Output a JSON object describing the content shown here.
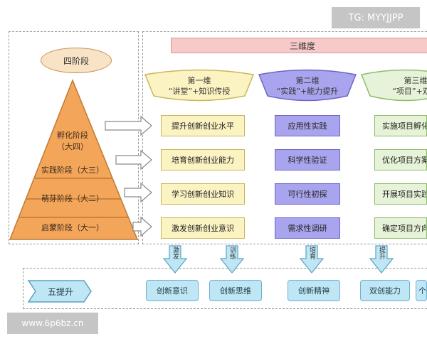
{
  "watermarks": {
    "top_right": "TG: MYYJJPP",
    "bottom_left": "www.6p6bz.cn"
  },
  "four_stages": {
    "title": "四阶段",
    "stages": [
      "孵化阶段",
      "（大四）",
      "实践阶段（大三）",
      "萌芽阶段（大二）",
      "启蒙阶段（大一）"
    ]
  },
  "three_dimensions": {
    "title": "三维度",
    "dim1": {
      "line1": "第一维",
      "line2": "“讲堂”+知识传授"
    },
    "dim2": {
      "line1": "第二维",
      "line2": "“实践”+能力提升"
    },
    "dim3": {
      "line1": "第三维",
      "line2": "“项目”+双"
    },
    "col1": [
      "提升创新创业水平",
      "培育创新创业能力",
      "学习创新创业知识",
      "激发创新创业意识"
    ],
    "col2": [
      "应用性实践",
      "科学性验证",
      "可行性初探",
      "需求性调研"
    ],
    "col3": [
      "实施项目孵化",
      "优化项目方案",
      "开展项目实践",
      "确定项目方向"
    ]
  },
  "five_improvements": {
    "title": "五提升",
    "arrows": [
      "激发",
      "训练",
      "培育",
      "提升"
    ],
    "items": [
      "创新意识",
      "创新思维",
      "创新精神",
      "双创能力",
      "个"
    ]
  },
  "colors": {
    "pyramid": "#f3a55a",
    "dim1": "#fcf3c2",
    "dim2": "#a9a4ee",
    "dim3": "#e6f3d8",
    "bottom": "#bfe6f4"
  }
}
